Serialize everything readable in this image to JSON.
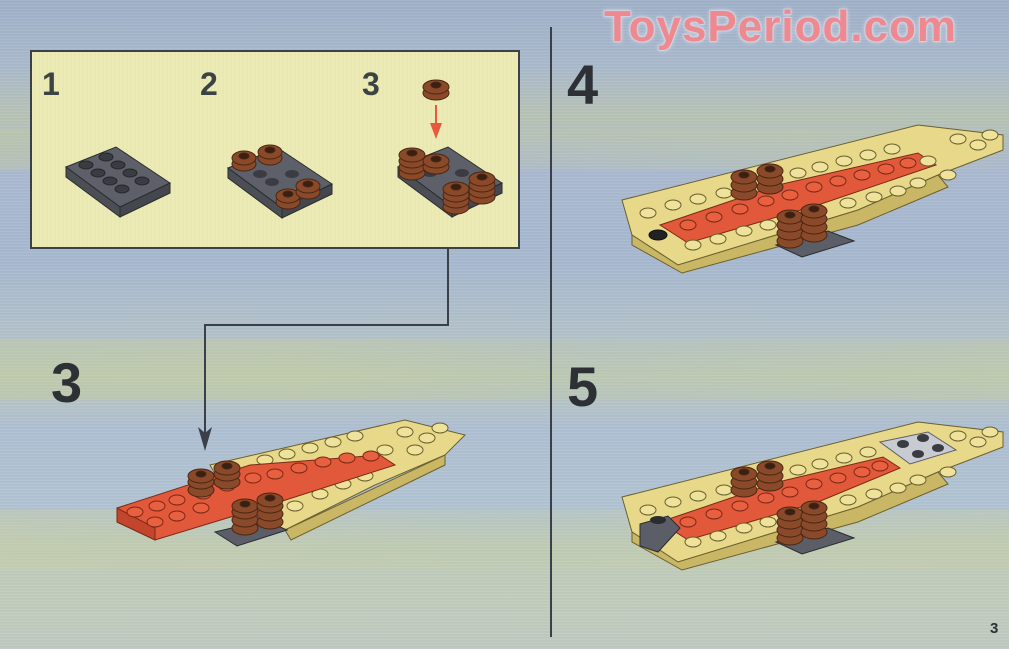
{
  "watermark": {
    "text": "ToysPeriod.com",
    "color": "#ee8a8f"
  },
  "substep_box": {
    "background": "#ecebb6",
    "substeps": [
      {
        "number": "1",
        "description": "2x4 dark gray plate"
      },
      {
        "number": "2",
        "description": "2x4 dark gray plate with four brown round plates"
      },
      {
        "number": "3",
        "description": "Stacked brown round plates added, red arrow shows one more round plate placed"
      }
    ]
  },
  "steps": [
    {
      "number": "3",
      "description": "Subassembly attached under red plates of tan hull"
    },
    {
      "number": "4",
      "description": "Tan hull with red plates and brown stacks, black part at stern"
    },
    {
      "number": "5",
      "description": "Light gray 2x2 plate added at bow, dark gray part at stern"
    }
  ],
  "page_number": "3",
  "colors": {
    "tan": "#e8d98a",
    "tan_dark": "#c9b765",
    "red": "#e2583a",
    "brown": "#8a4a2a",
    "dark_gray": "#5b5e66",
    "light_gray": "#c8ccd2",
    "arrow_red": "#e8583c",
    "line": "#3a3f4a"
  }
}
